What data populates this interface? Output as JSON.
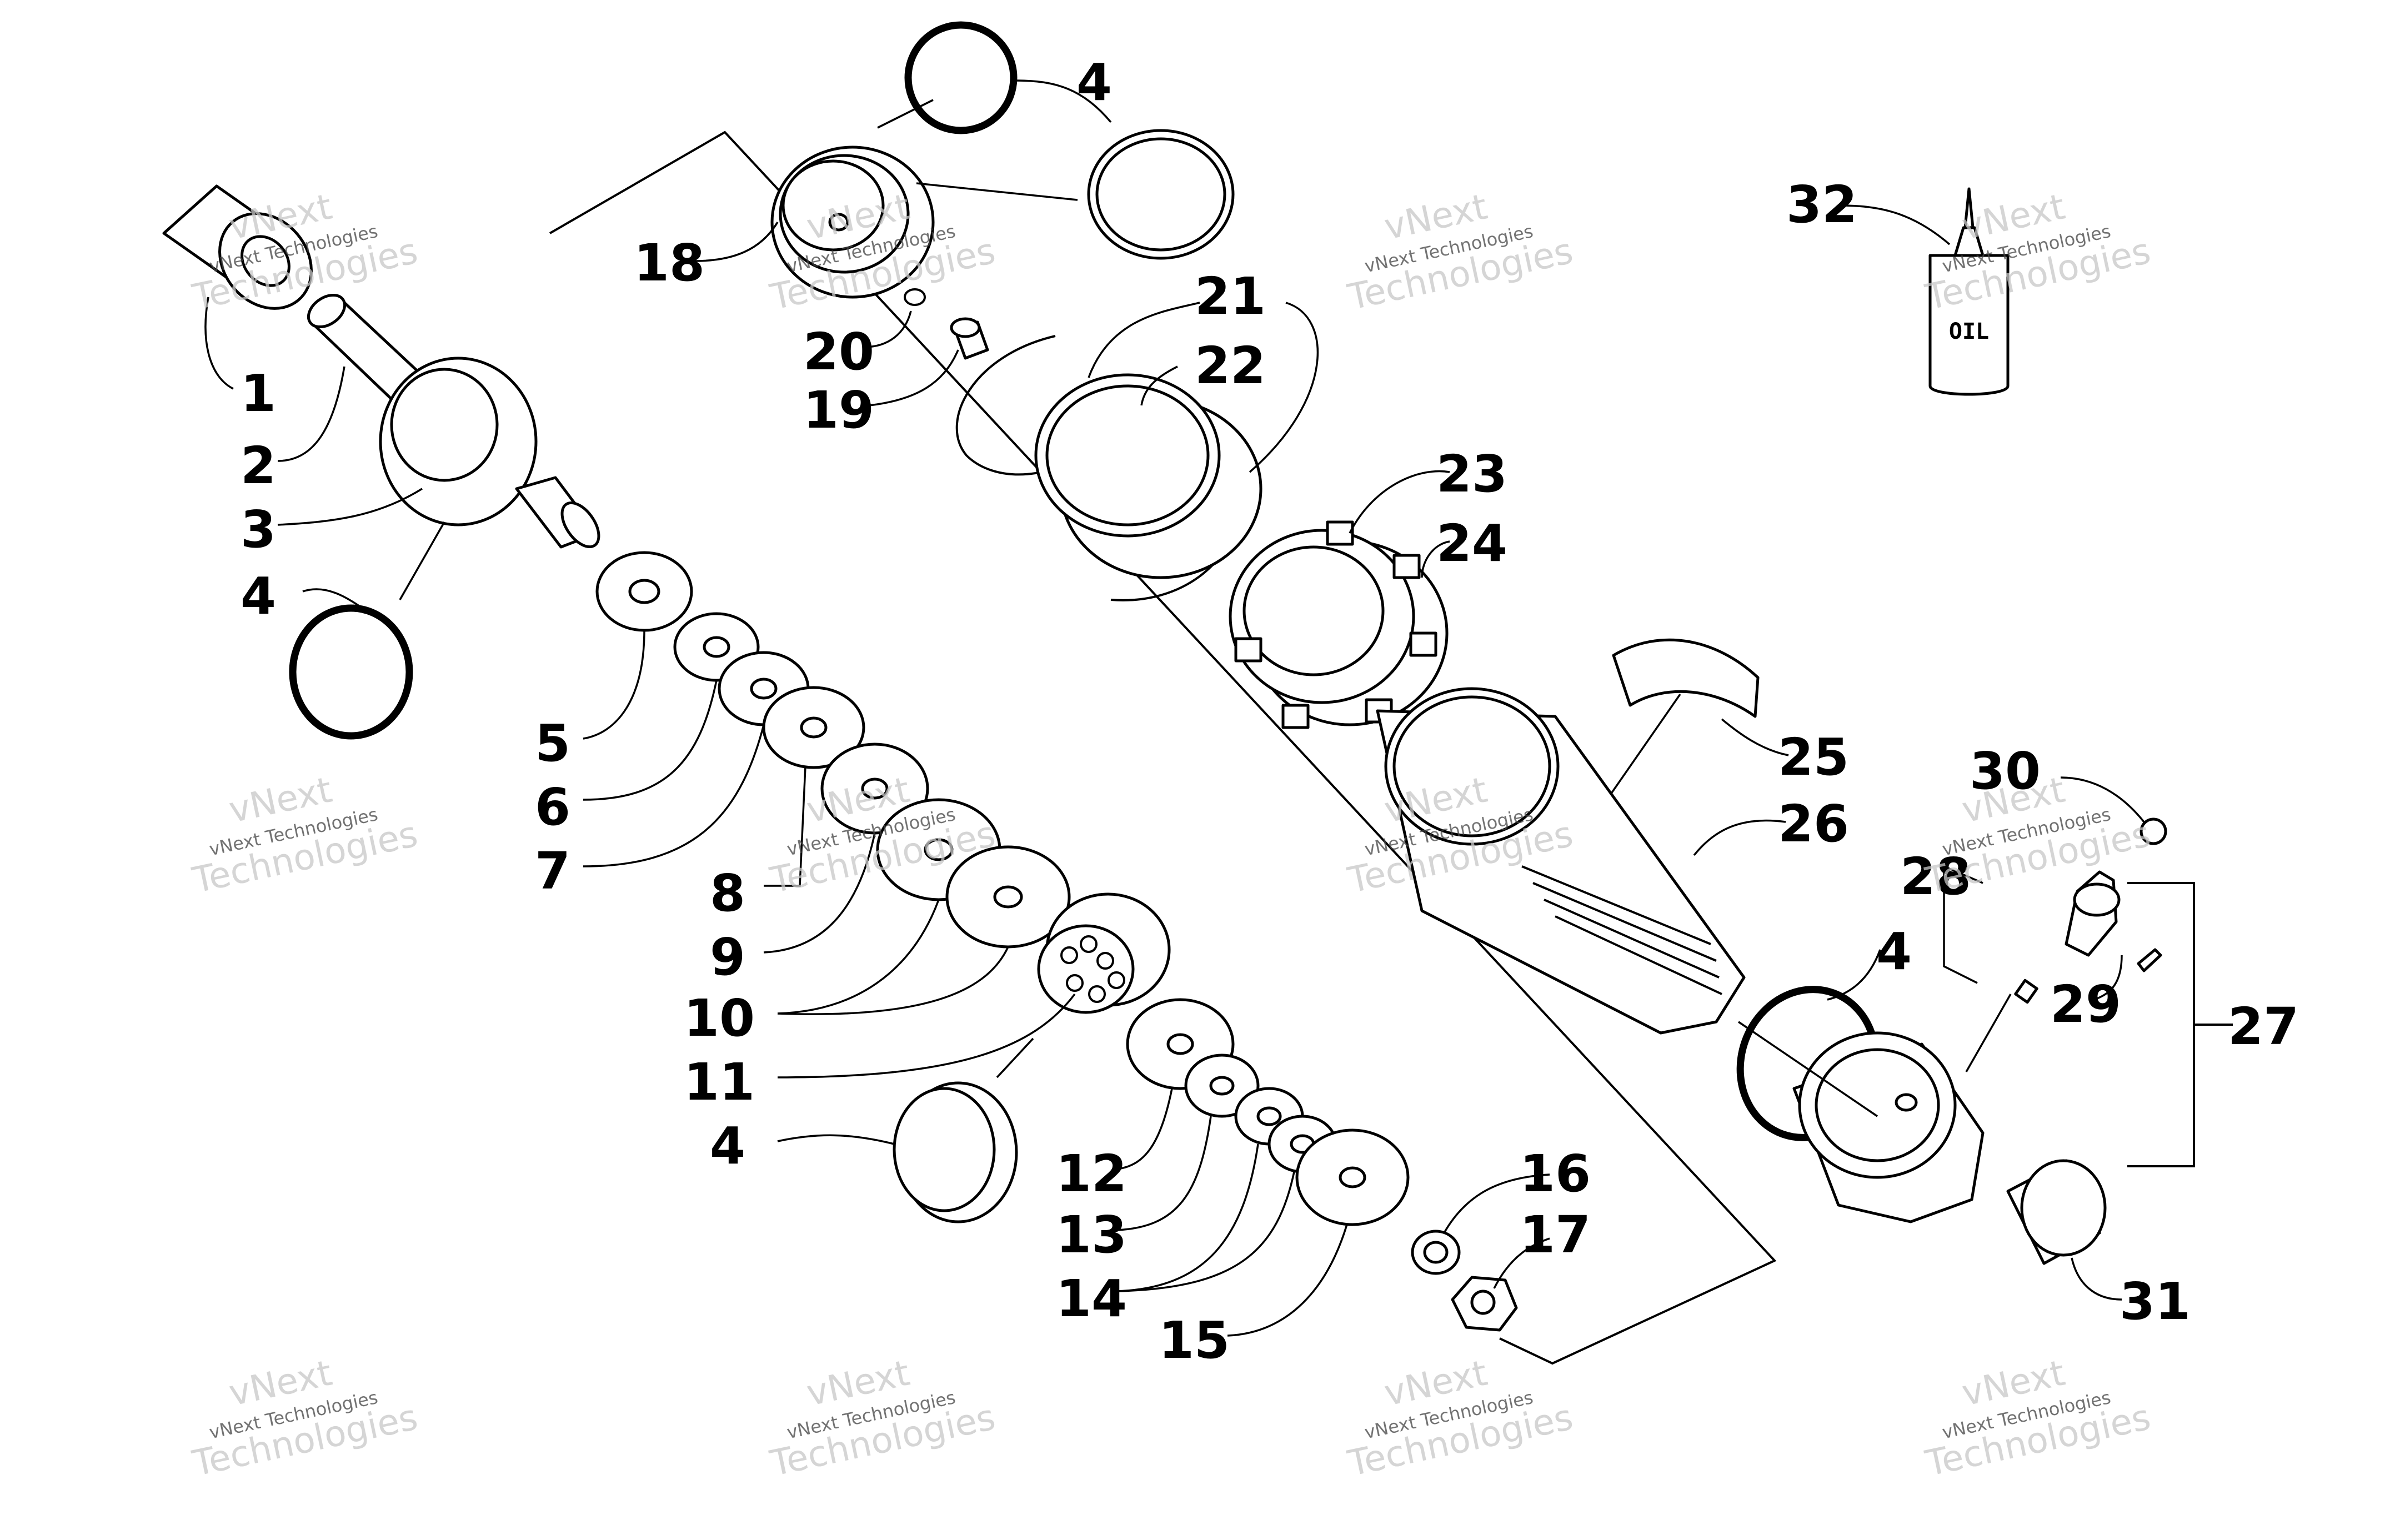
{
  "callouts": [
    {
      "id": "1",
      "label": "1"
    },
    {
      "id": "2",
      "label": "2"
    },
    {
      "id": "3",
      "label": "3"
    },
    {
      "id": "4a",
      "label": "4"
    },
    {
      "id": "5",
      "label": "5"
    },
    {
      "id": "6",
      "label": "6"
    },
    {
      "id": "7",
      "label": "7"
    },
    {
      "id": "8",
      "label": "8"
    },
    {
      "id": "9",
      "label": "9"
    },
    {
      "id": "10",
      "label": "10"
    },
    {
      "id": "11",
      "label": "11"
    },
    {
      "id": "4b",
      "label": "4"
    },
    {
      "id": "12",
      "label": "12"
    },
    {
      "id": "13",
      "label": "13"
    },
    {
      "id": "14",
      "label": "14"
    },
    {
      "id": "15",
      "label": "15"
    },
    {
      "id": "16",
      "label": "16"
    },
    {
      "id": "17",
      "label": "17"
    },
    {
      "id": "4c",
      "label": "4"
    },
    {
      "id": "18",
      "label": "18"
    },
    {
      "id": "20",
      "label": "20"
    },
    {
      "id": "19",
      "label": "19"
    },
    {
      "id": "21",
      "label": "21"
    },
    {
      "id": "22",
      "label": "22"
    },
    {
      "id": "23",
      "label": "23"
    },
    {
      "id": "24",
      "label": "24"
    },
    {
      "id": "25",
      "label": "25"
    },
    {
      "id": "26",
      "label": "26"
    },
    {
      "id": "4d",
      "label": "4"
    },
    {
      "id": "30",
      "label": "30"
    },
    {
      "id": "28",
      "label": "28"
    },
    {
      "id": "29",
      "label": "29"
    },
    {
      "id": "27",
      "label": "27"
    },
    {
      "id": "31",
      "label": "31"
    },
    {
      "id": "32",
      "label": "32"
    }
  ],
  "oil_bottle_label": "OIL",
  "watermark": {
    "line1": "vNext",
    "line2": "vNext Technologies",
    "line3": "Technologies"
  }
}
